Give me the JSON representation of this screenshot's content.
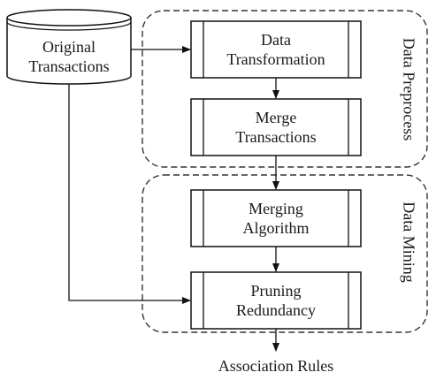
{
  "diagram": {
    "nodes": {
      "original": {
        "line1": "Original",
        "line2": "Transactions"
      },
      "data_transformation": {
        "line1": "Data",
        "line2": "Transformation"
      },
      "merge_transactions": {
        "line1": "Merge",
        "line2": "Transactions"
      },
      "merging_algorithm": {
        "line1": "Merging",
        "line2": "Algorithm"
      },
      "pruning_redundancy": {
        "line1": "Pruning",
        "line2": "Redundancy"
      },
      "output": "Association Rules"
    },
    "groups": {
      "preprocess": "Data Preprocess",
      "mining": "Data Mining"
    }
  }
}
